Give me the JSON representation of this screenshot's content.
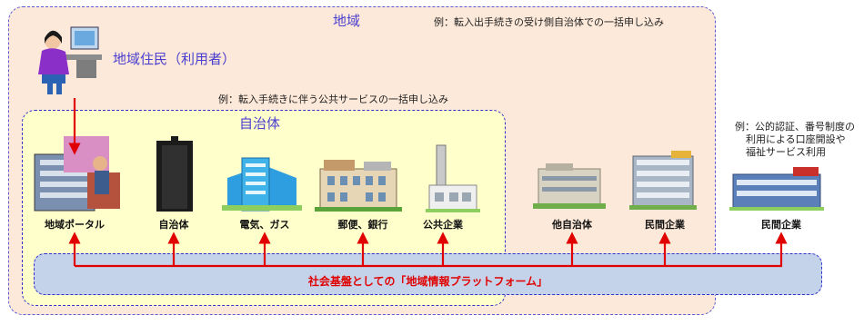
{
  "region": {
    "label": "地域"
  },
  "local_gov": {
    "label": "自治体"
  },
  "resident": {
    "label": "地域住民（利用者）"
  },
  "examples": {
    "region_top": "例：転入出手続きの受け側自治体での一括申し込み",
    "gov_top": "例：転入手続きに伴う公共サービスの一括申し込み",
    "right": [
      "例：公的認証、番号制度の",
      "利用による口座開設や",
      "福祉サービス利用"
    ]
  },
  "nodes": [
    {
      "label": "地域ポータル"
    },
    {
      "label": "自治体"
    },
    {
      "label": "電気、ガス"
    },
    {
      "label": "郵便、銀行"
    },
    {
      "label": "公共企業"
    },
    {
      "label": "他自治体"
    },
    {
      "label": "民間企業"
    },
    {
      "label": "民間企業"
    }
  ],
  "platform": {
    "label": "社会基盤としての「地域情報プラットフォーム」"
  },
  "colors": {
    "connector": "#e00000",
    "region_fill": "#fde9d9",
    "gov_fill": "#ffffcc",
    "platform_fill": "#c5d3ea"
  }
}
